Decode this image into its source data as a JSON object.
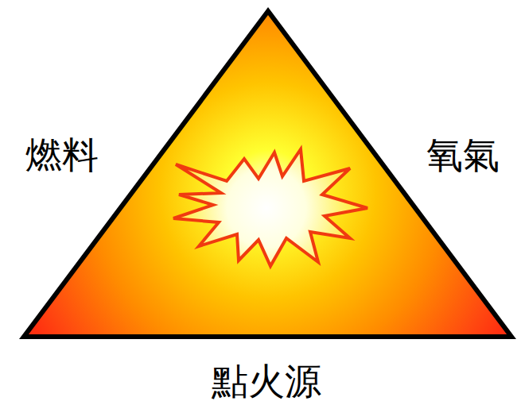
{
  "diagram": {
    "labels": [
      "燃料",
      "氧氣",
      "點火源"
    ]
  }
}
